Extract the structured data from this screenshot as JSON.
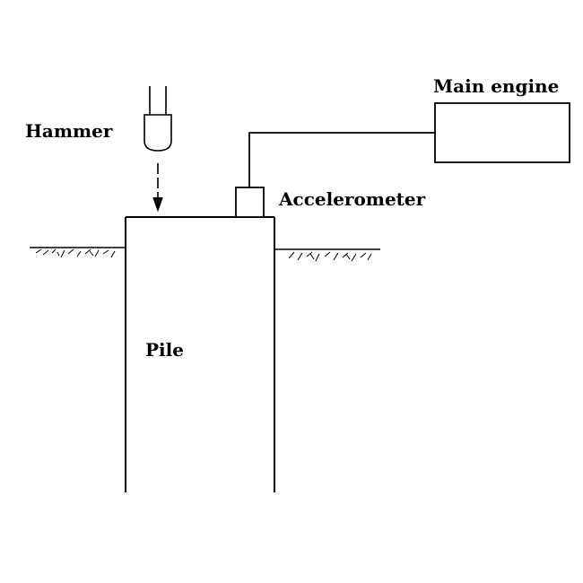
{
  "labels": {
    "hammer": "Hammer",
    "main_engine": "Main engine",
    "accelerometer": "Accelerometer",
    "pile": "Pile"
  },
  "colors": {
    "stroke": "#000000",
    "background": "#ffffff"
  }
}
